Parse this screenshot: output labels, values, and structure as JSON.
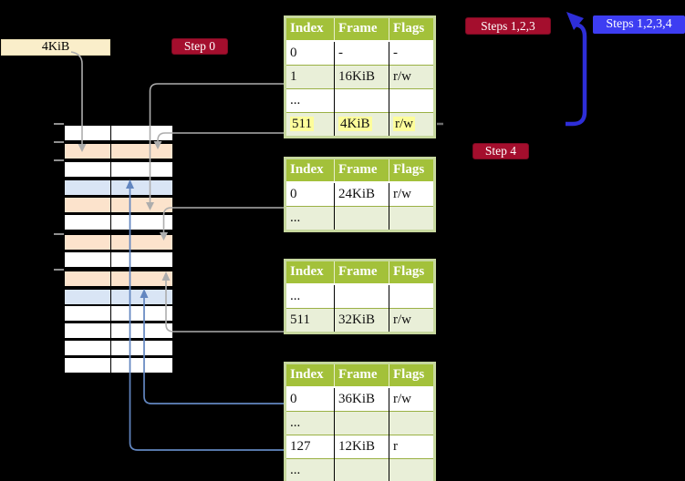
{
  "labels": {
    "frame_box": "4KiB",
    "step0": "Step 0",
    "steps123": "Steps 1,2,3",
    "steps1234": "Steps 1,2,3,4",
    "step4": "Step 4"
  },
  "colors": {
    "background": "#000000",
    "frame_box_bg": "#faeeca",
    "red_label_bg": "#a40e2d",
    "blue_label_bg": "#3d3df2",
    "table_header_bg": "#a3c13a",
    "table_alt_row_bg": "#e9efd8",
    "highlight_bg": "#fdfd9b",
    "memory_frame_peach": "#fce3cc",
    "memory_frame_blue": "#d9e5f5",
    "arrow_gray": "#adadad",
    "arrow_steelblue": "#6286c0",
    "arrow_indigo": "#2e2ed8"
  },
  "memory": {
    "rows": [
      {
        "color": "white"
      },
      {
        "color": "peach"
      },
      {
        "color": "white"
      },
      {
        "color": "blue"
      },
      {
        "color": "peach"
      },
      {
        "color": "white"
      },
      {
        "color": "peach"
      },
      {
        "color": "white"
      },
      {
        "color": "peach"
      },
      {
        "color": "blue"
      },
      {
        "color": "white"
      },
      {
        "color": "white"
      },
      {
        "color": "white"
      },
      {
        "color": "white"
      }
    ]
  },
  "tables": [
    {
      "name": "page-table-1",
      "headers": [
        "Index",
        "Frame",
        "Flags"
      ],
      "rows": [
        {
          "cells": [
            "0",
            "-",
            "-"
          ]
        },
        {
          "cells": [
            "1",
            "16KiB",
            "r/w"
          ]
        },
        {
          "cells": [
            "...",
            "",
            ""
          ]
        },
        {
          "cells": [
            "511",
            "4KiB",
            "r/w"
          ],
          "highlight": true
        }
      ]
    },
    {
      "name": "page-table-2",
      "headers": [
        "Index",
        "Frame",
        "Flags"
      ],
      "rows": [
        {
          "cells": [
            "0",
            "24KiB",
            "r/w"
          ]
        },
        {
          "cells": [
            "...",
            "",
            ""
          ]
        }
      ]
    },
    {
      "name": "page-table-3",
      "headers": [
        "Index",
        "Frame",
        "Flags"
      ],
      "rows": [
        {
          "cells": [
            "...",
            "",
            ""
          ]
        },
        {
          "cells": [
            "511",
            "32KiB",
            "r/w"
          ]
        }
      ]
    },
    {
      "name": "page-table-4",
      "headers": [
        "Index",
        "Frame",
        "Flags"
      ],
      "rows": [
        {
          "cells": [
            "0",
            "36KiB",
            "r/w"
          ]
        },
        {
          "cells": [
            "...",
            "",
            ""
          ]
        },
        {
          "cells": [
            "127",
            "12KiB",
            "r"
          ]
        },
        {
          "cells": [
            "...",
            "",
            ""
          ]
        }
      ]
    }
  ]
}
